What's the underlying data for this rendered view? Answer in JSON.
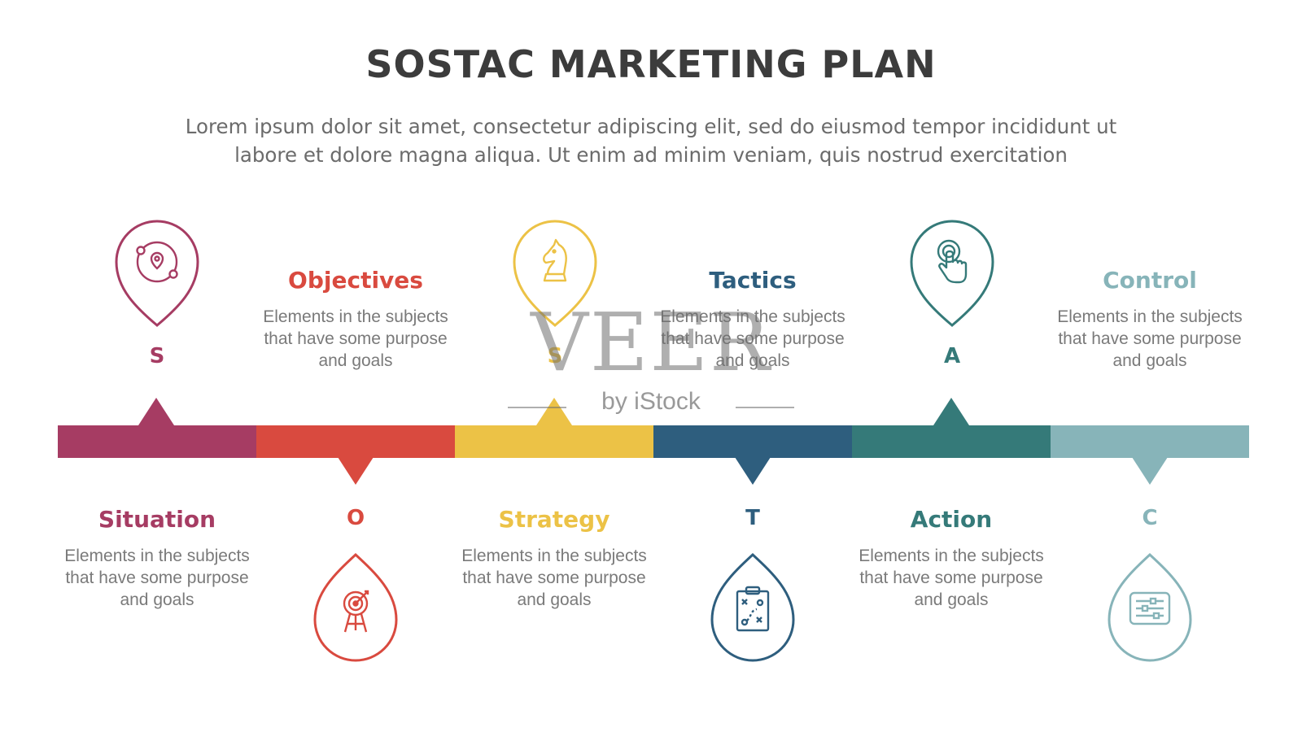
{
  "title": "SOSTAC MARKETING PLAN",
  "subtitle_line1": "Lorem ipsum dolor sit amet, consectetur adipiscing elit, sed do eiusmod tempor incididunt ut",
  "subtitle_line2": "labore et dolore magna aliqua. Ut enim ad minim veniam, quis nostrud exercitation",
  "steps": [
    {
      "letter": "S",
      "heading": "Situation",
      "desc1": "Elements in the subjects",
      "desc2": "that have  some purpose",
      "desc3": "and goals",
      "color": "#a63c63",
      "icon": "location-network-icon"
    },
    {
      "letter": "O",
      "heading": "Objectives",
      "desc1": "Elements in the subjects",
      "desc2": "that have  some purpose",
      "desc3": "and goals",
      "color": "#d94a3f",
      "icon": "target-board-icon"
    },
    {
      "letter": "S",
      "heading": "Strategy",
      "desc1": "Elements in the subjects",
      "desc2": "that have  some purpose",
      "desc3": "and goals",
      "color": "#ecc246",
      "icon": "chess-knight-icon"
    },
    {
      "letter": "T",
      "heading": "Tactics",
      "desc1": "Elements in the subjects",
      "desc2": "that have  some purpose",
      "desc3": "and goals",
      "color": "#2e5e7e",
      "icon": "tactics-clipboard-icon"
    },
    {
      "letter": "A",
      "heading": "Action",
      "desc1": "Elements in the subjects",
      "desc2": "that have  some purpose",
      "desc3": "and goals",
      "color": "#357a79",
      "icon": "hand-click-icon"
    },
    {
      "letter": "C",
      "heading": "Control",
      "desc1": "Elements in the subjects",
      "desc2": "that have  some purpose",
      "desc3": "and goals",
      "color": "#87b4b9",
      "icon": "control-sliders-icon"
    }
  ],
  "watermark": {
    "brand": "VEER",
    "tagline": "by iStock"
  }
}
